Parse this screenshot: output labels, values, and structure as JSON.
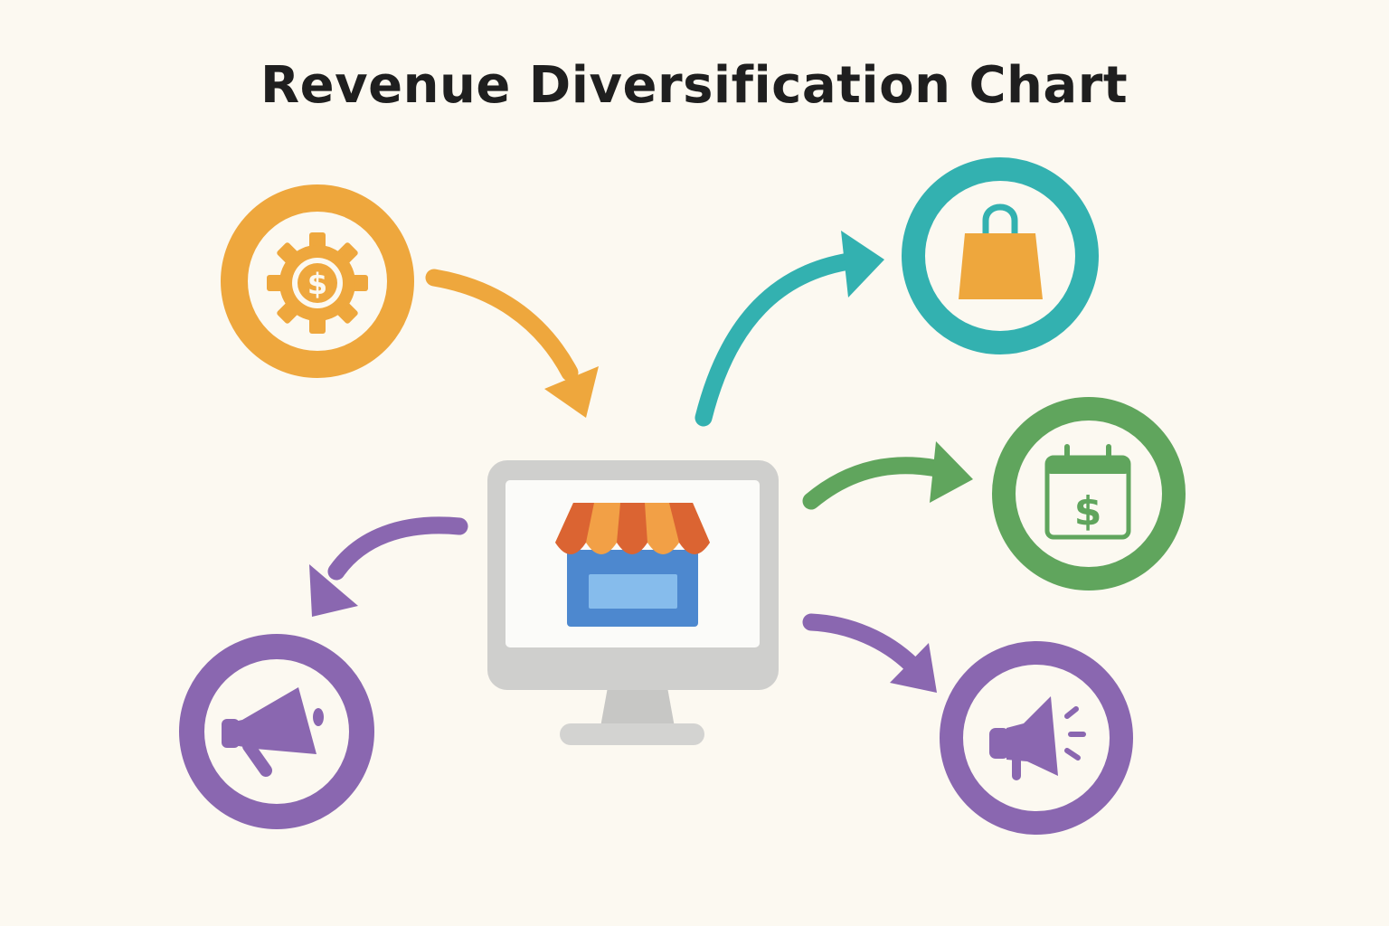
{
  "title": "Revenue Diversification Chart",
  "colors": {
    "background": "#fcf9f1",
    "orange": "#eea73d",
    "teal": "#33b1b0",
    "green": "#60a55d",
    "purple": "#8a67b0",
    "monitor_gray": "#cfcfcd",
    "store_blue": "#4d88cf",
    "awning_red": "#db6432",
    "awning_orange": "#f2a046"
  },
  "nodes": [
    {
      "name": "service-revenue-node",
      "icon": "gear-dollar-icon",
      "color": "orange",
      "arrow": "into-hub"
    },
    {
      "name": "product-sales-node",
      "icon": "shopping-bag-icon",
      "color": "teal",
      "arrow": "out-of-hub"
    },
    {
      "name": "subscription-revenue-node",
      "icon": "calendar-dollar-icon",
      "color": "green",
      "arrow": "out-of-hub"
    },
    {
      "name": "advertising-node",
      "icon": "megaphone-icon",
      "color": "purple",
      "arrow": "out-of-hub"
    },
    {
      "name": "affiliate-marketing-node",
      "icon": "megaphone-sound-icon",
      "color": "purple",
      "arrow": "out-of-hub"
    }
  ],
  "hub": {
    "name": "online-store-hub",
    "icon": "storefront-icon"
  }
}
